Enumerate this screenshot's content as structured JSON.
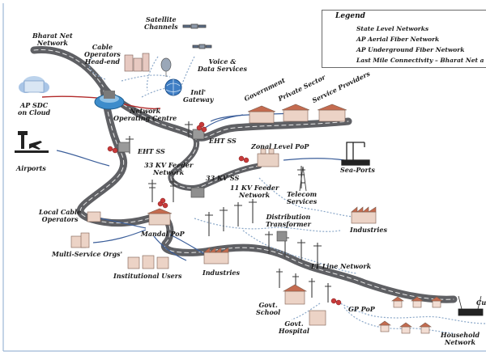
{
  "legend": {
    "title": "Legend",
    "items": [
      {
        "label": "State Level Networks",
        "color": "#b22a2a",
        "style": "solid"
      },
      {
        "label": "AP Aerial Fiber Network",
        "color": "#3b5e9a",
        "style": "solid"
      },
      {
        "label": "AP Underground Fiber Network",
        "color": "#6b6b6b",
        "style": "road"
      },
      {
        "label": "Last Mile Connectivity – Bharat Net a",
        "color": "#7f9fc4",
        "style": "dotted"
      }
    ]
  },
  "nodes": {
    "bharat_net": "Bharat Net\nNetwork",
    "satellite": "Satellite\nChannels",
    "cable_headend": "Cable\nOperators\nHead-end",
    "voice_data": "Voice &\nData Services",
    "ap_sdc": "AP SDC\non Cloud",
    "intl_gateway": "Intl'\nGateway",
    "noc": "Network\nOperating Centre",
    "government": "Government",
    "private_sector": "Private Sector",
    "service_providers": "Service Providers",
    "eht_ss_1": "EHT SS",
    "eht_ss_2": "EHT SS",
    "airports": "Airports",
    "zonal_pop": "Zonal Level PoP",
    "sea_ports": "Sea-Ports",
    "feeder_33kv": "33 KV Feeder\nNetwork",
    "kv_ss_33": "33 KV SS",
    "feeder_11kv": "11 KV Feeder\nNetwork",
    "telecom_services": "Telecom\nServices",
    "local_cable": "Local Cable\nOperators",
    "distribution_transformer": "Distribution\nTransformer",
    "industries_1": "Industries",
    "mandal_pop": "Mandal PoP",
    "multi_service": "Multi-Service Orgs'",
    "lt_line": "LT Line Network",
    "institutional_users": "Institutional Users",
    "industries_2": "Industries",
    "govt_school": "Govt.\nSchool",
    "gp_pop": "GP PoP",
    "govt_hospital": "Govt.\nHospital",
    "household": "Household\nNetwork",
    "cu_partial": "Cu"
  }
}
